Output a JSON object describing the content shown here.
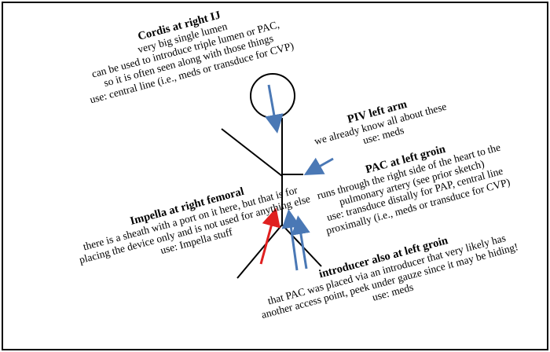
{
  "notes": {
    "cordis": {
      "title": "Cordis at right IJ",
      "lines": [
        "very big single lumen",
        "can be used to introduce triple lumen or PAC,",
        "so it is often seen along with those things",
        "use: central line (i.e., meds or transduce for CVP)"
      ]
    },
    "piv": {
      "title": "PIV left arm",
      "lines": [
        "we already know all about these",
        "use: meds"
      ]
    },
    "pac": {
      "title": "PAC at left groin",
      "lines": [
        "runs through the right side of the heart to the",
        "pulmonary artery (see prior sketch)",
        "use: transduce distally for PAP, central line",
        "proximally (i.e., meds or transduce for CVP)"
      ]
    },
    "impella": {
      "title": "Impella at right femoral",
      "lines": [
        "there is a sheath with a port on it here, but that is for",
        "placing the device only and is not used for anything else",
        "use: Impella stuff"
      ]
    },
    "introducer": {
      "title": "introducer also at left groin",
      "lines": [
        "that PAC was placed via an introducer that very likely has",
        "another access point, peek under gauze since it may be hiding!",
        "use: meds"
      ]
    }
  },
  "colors": {
    "figure": "#000000",
    "blue_arrow": "#4a78b5",
    "red_arrow": "#e02020"
  },
  "icons": [
    "stick-figure",
    "blue-arrow",
    "red-arrow"
  ]
}
